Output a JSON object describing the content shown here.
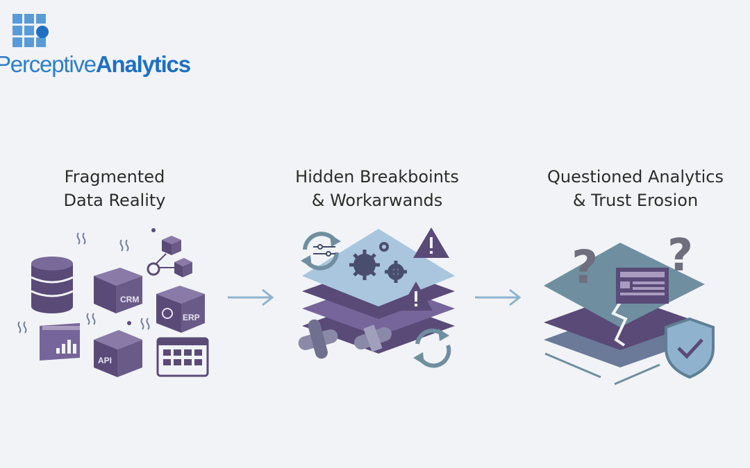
{
  "logo": {
    "text_regular": "Perceptive",
    "text_bold": "Analytics",
    "colors": {
      "grid": "#5b9bd5",
      "accent": "#1f6fc2"
    }
  },
  "stages": [
    {
      "title_line1": "Fragmented",
      "title_line2": "Data Reality",
      "labels": {
        "crm": "CRM",
        "erp": "ERP",
        "api": "API"
      }
    },
    {
      "title_line1": "Hidden Breakboints",
      "title_line2": "& Workarwands"
    },
    {
      "title_line1": "Questioned Analytics",
      "title_line2": "& Trust Erosion"
    }
  ],
  "arrows": [
    "arrow-right-icon",
    "arrow-right-icon"
  ],
  "colors": {
    "background": "#f1f3f6",
    "purple_dark": "#5a4a78",
    "purple_mid": "#76659a",
    "teal_slate": "#6f8fa0",
    "light_blue": "#a9c6de",
    "arrow": "#8fb3cf"
  }
}
